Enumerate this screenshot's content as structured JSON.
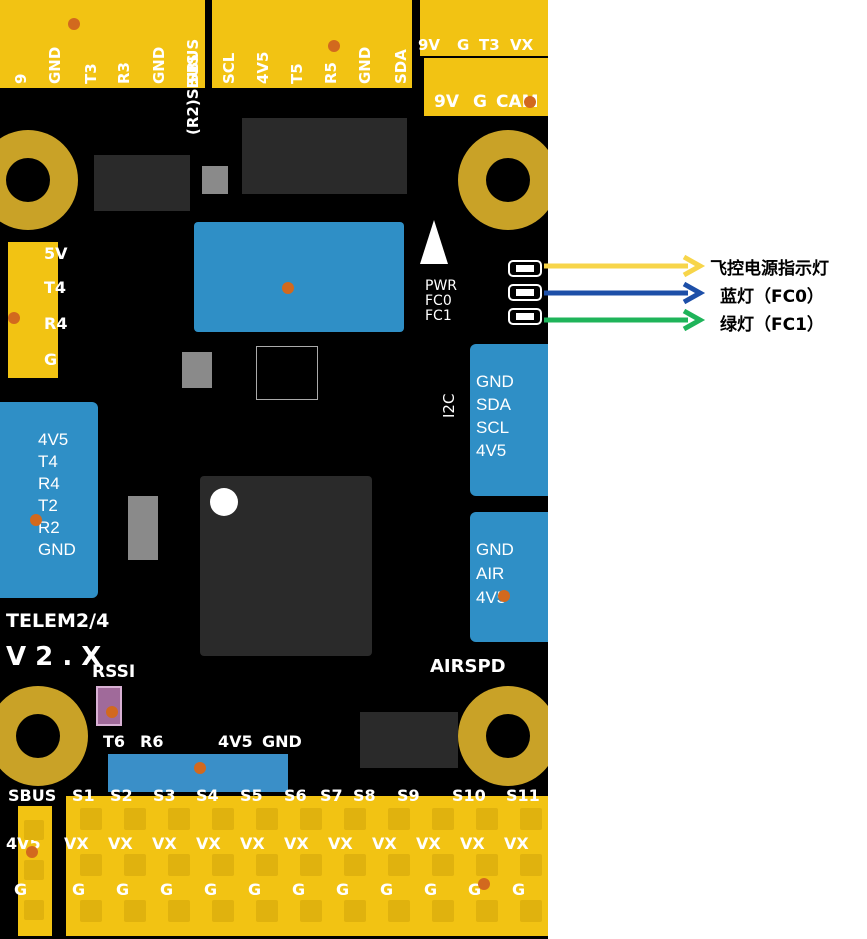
{
  "top_header_left": [
    "9",
    "GND",
    "T3",
    "R3",
    "GND",
    "SBUS"
  ],
  "top_header_left_sub": "(R2)SBUS",
  "top_header_mid": [
    "SCL",
    "4V5",
    "T5",
    "R5",
    "GND",
    "SDA"
  ],
  "top_header_right": [
    "9V",
    "G",
    "T3",
    "VX"
  ],
  "cam_header": [
    "9V",
    "G",
    "CAM"
  ],
  "left_pads": [
    "5V",
    "T4",
    "R4",
    "G"
  ],
  "telem_pins": [
    "4V5",
    "T4",
    "R4",
    "T2",
    "R2",
    "GND"
  ],
  "telem_label": "TELEM2/4",
  "version_label": "V 2 . X",
  "rssi_label": "RSSI",
  "led_labels": [
    "PWR",
    "FC0",
    "FC1"
  ],
  "i2c_label": "I2C",
  "i2c_pins": [
    "GND",
    "SDA",
    "SCL",
    "4V5"
  ],
  "air_pins": [
    "GND",
    "AIR",
    "4V5"
  ],
  "airspd_label": "AIRSPD",
  "mid_row_labels": [
    "T6",
    "R6",
    "4V5",
    "GND"
  ],
  "servo_labels": [
    "SBUS",
    "S1",
    "S2",
    "S3",
    "S4",
    "S5",
    "S6",
    "S7",
    "S8",
    "S9",
    "S10",
    "S11"
  ],
  "vx_labels": [
    "4V5",
    "VX",
    "VX",
    "VX",
    "VX",
    "VX",
    "VX",
    "VX",
    "VX",
    "VX",
    "VX",
    "VX"
  ],
  "g_labels": [
    "G",
    "G",
    "G",
    "G",
    "G",
    "G",
    "G",
    "G",
    "G",
    "G",
    "G",
    "G"
  ],
  "legend": [
    {
      "text": "飞控电源指示灯",
      "color": "#f7d54a"
    },
    {
      "text": "蓝灯（FC0）",
      "color": "#1d4fa8"
    },
    {
      "text": "绿灯（FC1）",
      "color": "#1fb45a"
    }
  ]
}
